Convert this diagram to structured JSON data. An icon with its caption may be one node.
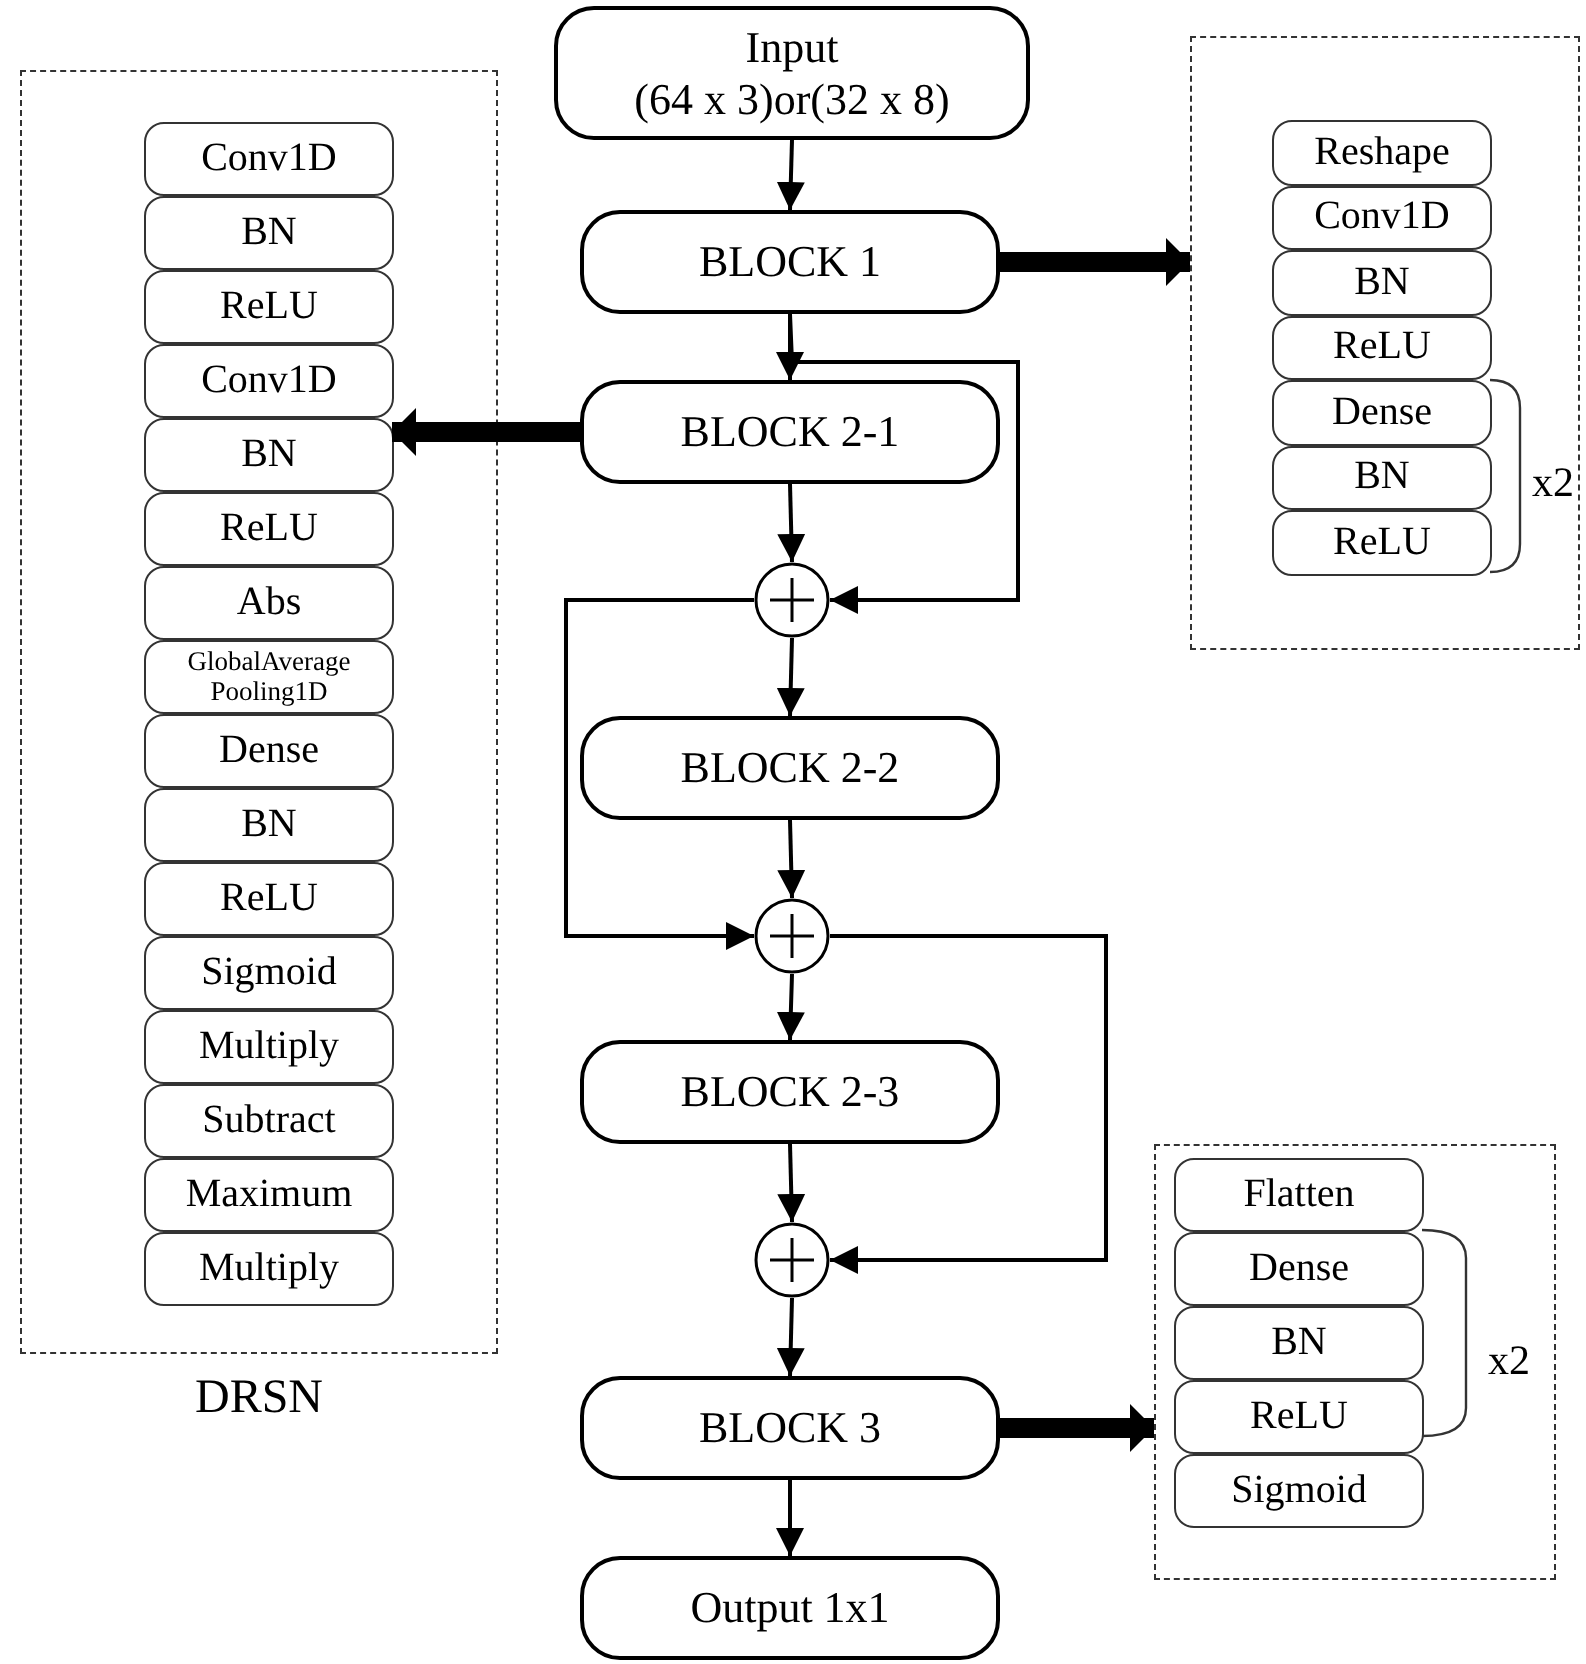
{
  "diagram": {
    "nodes": [
      {
        "text": [
          "Input",
          "(64 x 3)or(32 x 8)"
        ]
      },
      {
        "text": [
          "BLOCK 1"
        ]
      },
      {
        "text": [
          "BLOCK 2-1"
        ]
      },
      {
        "text": [],
        "shape": "circle"
      },
      {
        "text": [
          "BLOCK 2-2"
        ]
      },
      {
        "text": [],
        "shape": "circle"
      },
      {
        "text": [
          "BLOCK 2-3"
        ]
      },
      {
        "text": [],
        "shape": "circle"
      },
      {
        "text": [
          "BLOCK 3"
        ]
      },
      {
        "text": [
          "Output 1x1"
        ]
      },
      {
        "text": [
          "DRSN"
        ]
      },
      {
        "text": [
          "Conv1D"
        ],
        "in": 10
      },
      {
        "text": [
          "BN"
        ],
        "in": 10
      },
      {
        "text": [
          "ReLU"
        ],
        "in": 10
      },
      {
        "text": [
          "Conv1D"
        ],
        "in": 10
      },
      {
        "text": [
          "BN"
        ],
        "in": 10
      },
      {
        "text": [
          "ReLU"
        ],
        "in": 10
      },
      {
        "text": [
          "Abs"
        ],
        "in": 10
      },
      {
        "text": [
          "GlobalAverage Pooling1D"
        ],
        "in": 10
      },
      {
        "text": [
          "Dense"
        ],
        "in": 10
      },
      {
        "text": [
          "BN"
        ],
        "in": 10
      },
      {
        "text": [
          "ReLU"
        ],
        "in": 10
      },
      {
        "text": [
          "Sigmoid"
        ],
        "in": 10
      },
      {
        "text": [
          "Multiply"
        ],
        "in": 10
      },
      {
        "text": [
          "Subtract"
        ],
        "in": 10
      },
      {
        "text": [
          "Maximum"
        ],
        "in": 10
      },
      {
        "text": [
          "Multiply"
        ],
        "in": 10
      },
      {
        "text": [],
        "shape": "box"
      },
      {
        "text": [
          "Reshape"
        ],
        "in": 27
      },
      {
        "text": [
          "Conv1D"
        ],
        "in": 27
      },
      {
        "text": [
          "BN"
        ],
        "in": 27
      },
      {
        "text": [
          "ReLU"
        ],
        "in": 27
      },
      {
        "text": [
          "Dense"
        ],
        "in": 27
      },
      {
        "text": [
          "BN"
        ],
        "in": 27
      },
      {
        "text": [
          "ReLU"
        ],
        "in": 27
      },
      {
        "text": [],
        "shape": "box"
      },
      {
        "text": [
          "Flatten"
        ],
        "in": 35
      },
      {
        "text": [
          "Dense"
        ],
        "in": 35
      },
      {
        "text": [
          "BN"
        ],
        "in": 35
      },
      {
        "text": [
          "ReLU"
        ],
        "in": 35
      },
      {
        "text": [
          "Sigmoid"
        ],
        "in": 35
      }
    ],
    "edges": [
      {
        "from": 0,
        "to": 1,
        "arrow": "to"
      },
      {
        "from": 1,
        "to": 2,
        "arrow": "to"
      },
      {
        "from": 1,
        "to": 3,
        "arrow": "to"
      },
      {
        "from": 2,
        "to": 3,
        "arrow": "to"
      },
      {
        "from": 3,
        "to": 4,
        "arrow": "to"
      },
      {
        "from": 3,
        "to": 5,
        "arrow": "to"
      },
      {
        "from": 4,
        "to": 5,
        "arrow": "to"
      },
      {
        "from": 5,
        "to": 6,
        "arrow": "to"
      },
      {
        "from": 5,
        "to": 7,
        "arrow": "to"
      },
      {
        "from": 6,
        "to": 7,
        "arrow": "to"
      },
      {
        "from": 7,
        "to": 8,
        "arrow": "to"
      },
      {
        "from": 8,
        "to": 9,
        "arrow": "to"
      },
      {
        "from": 1,
        "to": 27,
        "arrow": "to",
        "style": "thick"
      },
      {
        "from": 2,
        "to": 15,
        "arrow": "to",
        "style": "thick"
      },
      {
        "from": 8,
        "to": 35,
        "arrow": "to",
        "style": "thick"
      }
    ],
    "labels": [
      "x2",
      "x2"
    ]
  }
}
